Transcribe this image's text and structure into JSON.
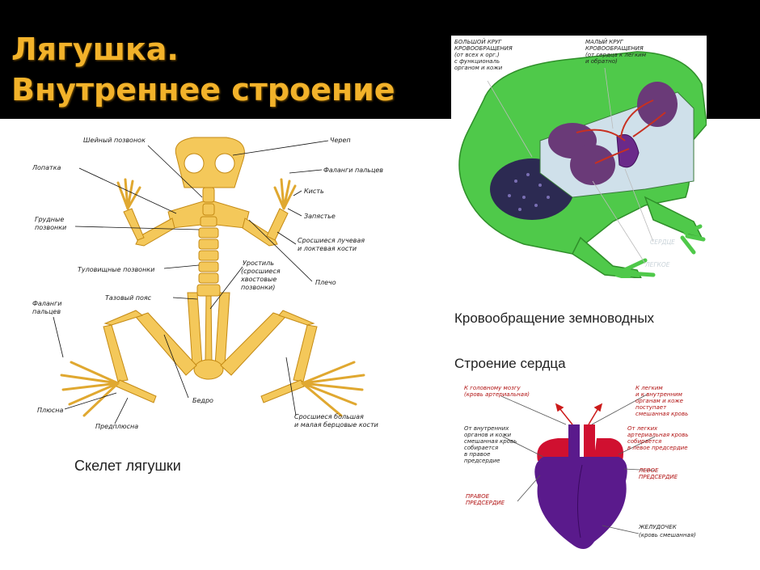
{
  "title": {
    "line1": "Лягушка.",
    "line2": "Внутреннее строение"
  },
  "skeleton": {
    "caption": "Скелет лягушки",
    "labels": {
      "cervical": "Шейный позвонок",
      "skull": "Череп",
      "scapula": "Лопатка",
      "finger_phalanges": "Фаланги пальцев",
      "hand": "Кисть",
      "thoracic_1": "Грудные",
      "thoracic_2": "позвонки",
      "wrist": "Запястье",
      "fused_radius_1": "Сросшиеся лучевая",
      "fused_radius_2": "и локтевая кости",
      "trunk": "Туловищные позвонки",
      "urostyle_1": "Уростиль",
      "urostyle_2": "(сросшиеся",
      "urostyle_3": "хвостовые",
      "urostyle_4": "позвонки)",
      "shoulder": "Плечо",
      "pelvic": "Тазовый пояс",
      "toe_phalanges_1": "Фаланги",
      "toe_phalanges_2": "пальцев",
      "femur": "Бедро",
      "tarsus": "Плюсна",
      "pretarsus": "Предплюсна",
      "fused_tibia_1": "Сросшиеся большая",
      "fused_tibia_2": "и малая берцовые кости"
    }
  },
  "circulation": {
    "caption": "Кровообращение земноводных",
    "labels": {
      "big_1": "БОЛЬШОЙ КРУГ",
      "big_2": "КРОВООБРАЩЕНИЯ",
      "big_3": "(от всех к орг.)",
      "big_4": "с функциональ",
      "big_5": "органом и кожи",
      "small_1": "МАЛЫЙ КРУГ",
      "small_2": "КРОВООБРАЩЕНИЯ",
      "small_3": "(от сердца к легким",
      "small_4": "и обратно)",
      "heart": "СЕРДЦЕ",
      "lung": "ЛЕГКОЕ"
    }
  },
  "heart": {
    "caption": "Строение сердца",
    "labels": {
      "to_body_1": "К головному мозгу",
      "to_body_2": "(кровь артериальная)",
      "to_lungs_1": "К легким",
      "to_lungs_2": "и к внутренним",
      "to_lungs_3": "органам и коже",
      "to_lungs_4": "поступает",
      "to_lungs_5": "смешанная кровь",
      "from_organs_1": "От внутренних",
      "from_organs_2": "органов и кожи",
      "from_organs_3": "смешанная кровь",
      "from_organs_4": "собирается",
      "from_organs_5": "в правое",
      "from_organs_6": "предсердие",
      "from_lungs_1": "От легких",
      "from_lungs_2": "артериальная кровь",
      "from_lungs_3": "собирается",
      "from_lungs_4": "в левое предсердие",
      "left_atrium_1": "ЛЕВОЕ",
      "left_atrium_2": "ПРЕДСЕРДИЕ",
      "right_atrium_1": "ПРАВОЕ",
      "right_atrium_2": "ПРЕДСЕРДИЕ",
      "ventricle_1": "ЖЕЛУДОЧЕК",
      "ventricle_2": "(кровь смешанная)"
    }
  },
  "colors": {
    "title_bar": "#000000",
    "title_text": "#f2b22a",
    "bone": "#f4c85a",
    "frog_body": "#4fc94a",
    "heart_purple": "#5a1a8c",
    "heart_red": "#d01030"
  }
}
